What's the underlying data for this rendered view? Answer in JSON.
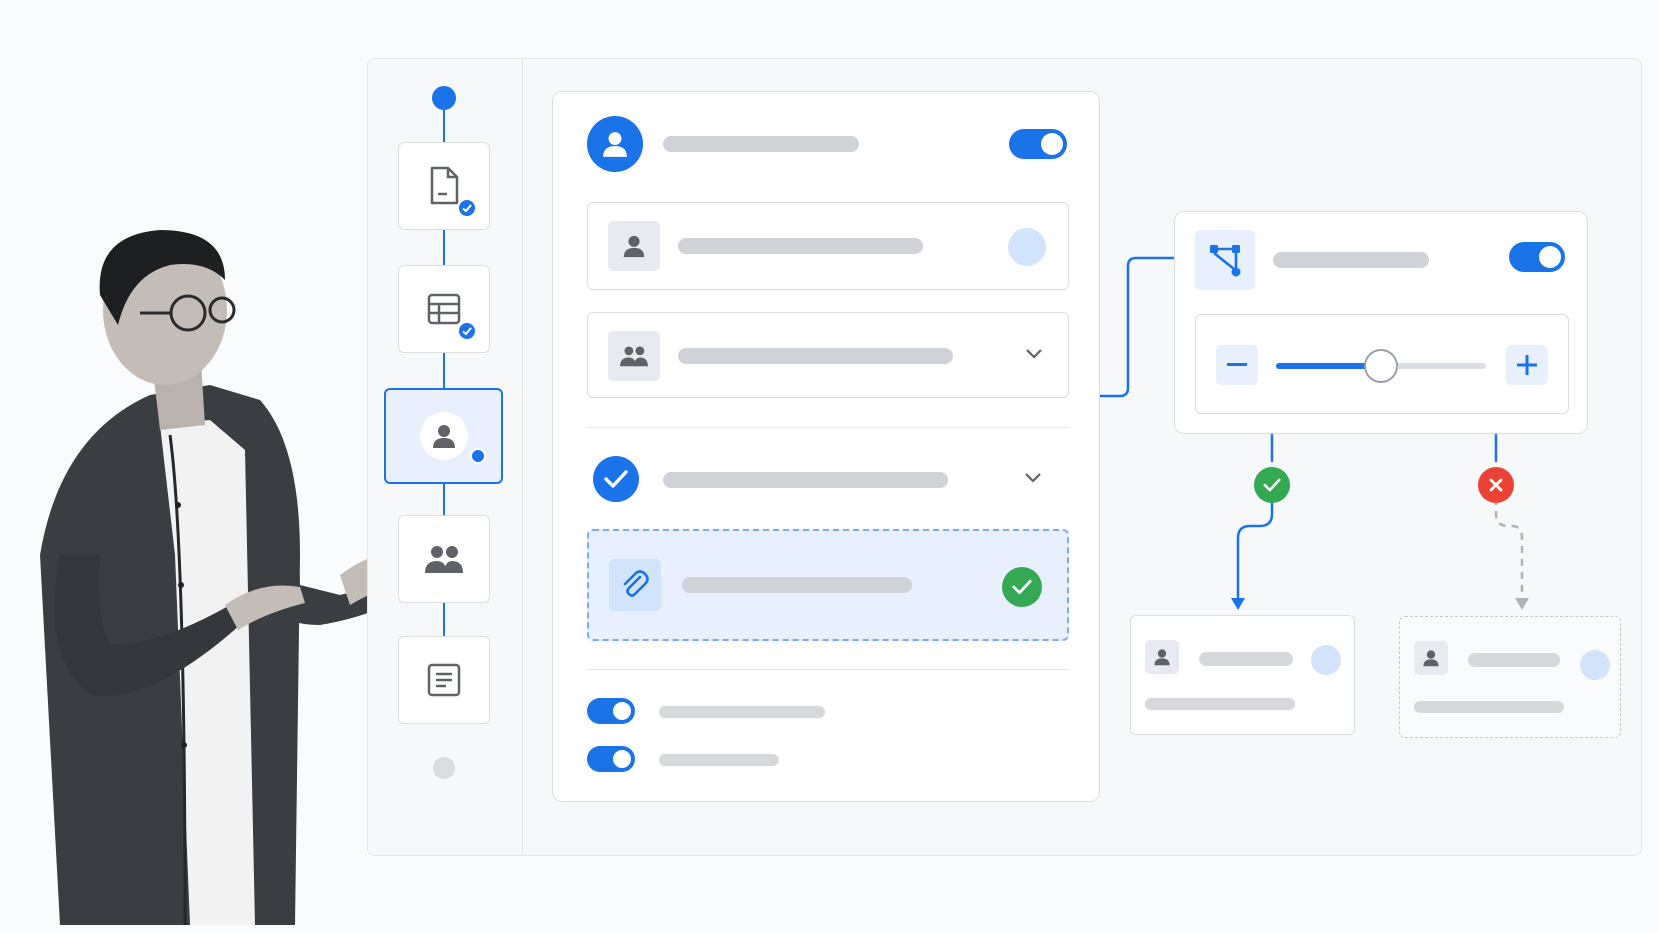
{
  "theme": {
    "accent": "#1a73e8",
    "accent_light": "#e8f0fe",
    "success": "#34a853",
    "error": "#ea4335",
    "border": "#dadde2",
    "placeholder": "#cfd2d6"
  },
  "stepper": {
    "steps": [
      {
        "icon": "document-icon",
        "status": "completed"
      },
      {
        "icon": "table-icon",
        "status": "completed"
      },
      {
        "icon": "user-icon",
        "status": "active"
      },
      {
        "icon": "group-icon",
        "status": "pending"
      },
      {
        "icon": "notes-icon",
        "status": "pending"
      }
    ]
  },
  "form_card": {
    "header": {
      "icon": "user-circle-icon",
      "toggle_on": true
    },
    "fields": [
      {
        "icon": "user-icon",
        "type": "text"
      },
      {
        "icon": "group-icon",
        "type": "dropdown",
        "expanded": false
      },
      {
        "icon": "check-circle-icon",
        "type": "checkbox-dropdown",
        "checked": true
      },
      {
        "icon": "attachment-icon",
        "type": "upload",
        "status": "success"
      }
    ],
    "options": [
      {
        "toggle_on": true
      },
      {
        "toggle_on": true
      }
    ]
  },
  "logic_card": {
    "icon": "branch-icon",
    "toggle_on": true,
    "slider": {
      "value": 0.5,
      "decrement_icon": "minus-icon",
      "increment_icon": "plus-icon"
    }
  },
  "branches": [
    {
      "outcome": "approve",
      "status_icon": "check-icon",
      "target_icon": "user-icon",
      "line": "solid"
    },
    {
      "outcome": "reject",
      "status_icon": "close-icon",
      "target_icon": "user-icon",
      "line": "dashed"
    }
  ]
}
